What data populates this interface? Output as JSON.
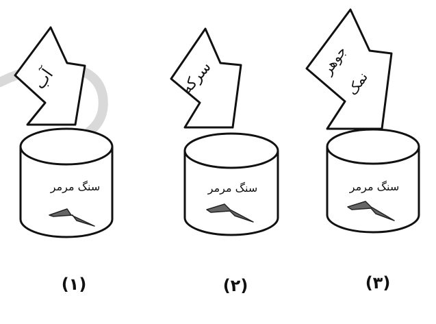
{
  "experiments": [
    {
      "arrow_text": "آب",
      "cylinder_text": "سنگ مرمر",
      "number_label": "(۱)"
    },
    {
      "arrow_text": "سرکه",
      "cylinder_text": "سنگ مرمر",
      "number_label": "(۲)"
    },
    {
      "arrow_text_line1": "جوهر",
      "arrow_text_line2": "نمک",
      "cylinder_text": "سنگ مرمر",
      "number_label": "(۳)"
    }
  ],
  "icons": {
    "cylinder_mark": "lightning-bolt-icon",
    "arrow": "down-arrow-icon"
  }
}
